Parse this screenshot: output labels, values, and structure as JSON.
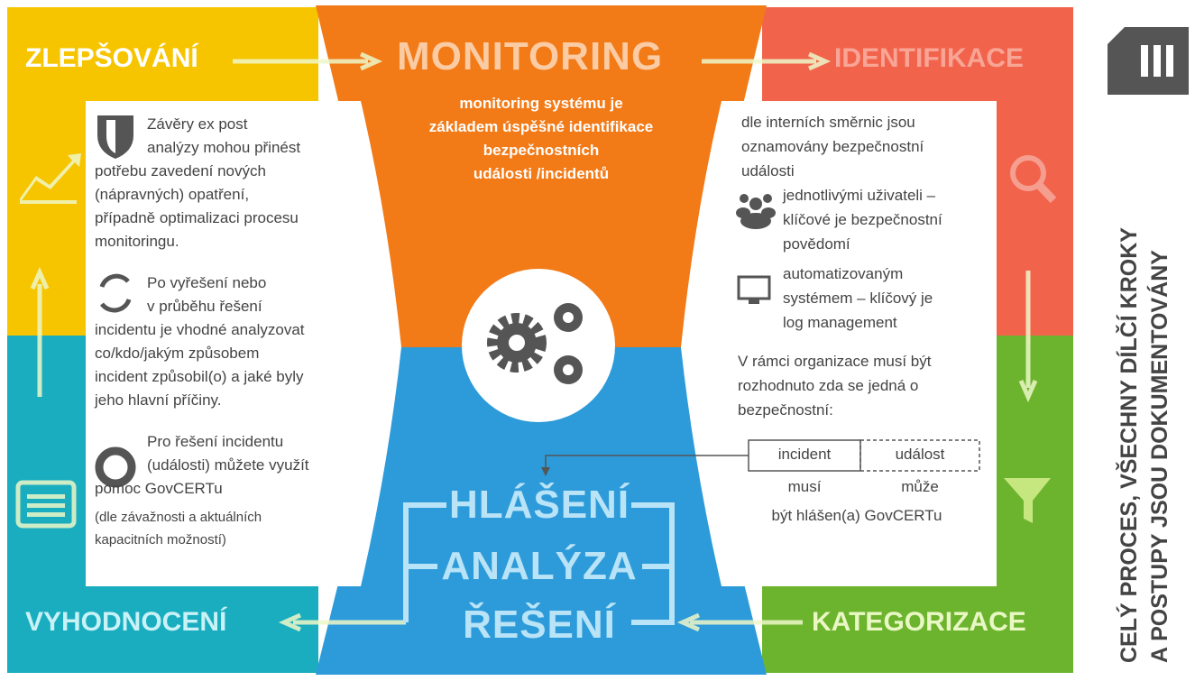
{
  "stages": {
    "top_left": "ZLEPŠOVÁNÍ",
    "top_center": "MONITORING",
    "top_right": "IDENTIFIKACE",
    "bottom_left": "VYHODNOCENÍ",
    "bottom_right": "KATEGORIZACE"
  },
  "monitoring_text": [
    "monitoring  systému je",
    "základem úspěšné identifikace",
    "bezpečnostních",
    "události /incidentů"
  ],
  "center_steps": [
    "HLÁŠENÍ",
    "ANALÝZA",
    "ŘEŠENÍ"
  ],
  "left_panel": {
    "p1": [
      "Závěry ex post",
      "analýzy mohou přinést",
      "potřebu zavedení nových",
      "(nápravných) opatření,",
      "případně optimalizaci procesu",
      "monitoringu."
    ],
    "p2": [
      "Po vyřešení nebo",
      "v průběhu řešení",
      "incidentu je vhodné analyzovat",
      "co/kdo/jakým způsobem",
      "incident způsobil(o) a jaké byly",
      "jeho hlavní příčiny."
    ],
    "p3": [
      "Pro řešení incidentu",
      "(události) můžete využít",
      "pomoc GovCERTu"
    ],
    "note": [
      "(dle závažnosti a aktuálních",
      "kapacitních možností)"
    ]
  },
  "right_panel": {
    "p1": [
      "dle interních směrnic jsou",
      "oznamovány bezpečnostní",
      "události"
    ],
    "p2": [
      "jednotlivými uživateli –",
      "klíčové je bezpečnostní",
      "povědomí"
    ],
    "p3": [
      "automatizovaným",
      "systémem – klíčový je",
      "log management"
    ],
    "p4": [
      "V rámci organizace musí být",
      "rozhodnuto zda se jedná o",
      "bezpečnostní:"
    ],
    "table": {
      "col1": "incident",
      "col2": "událost",
      "row1": "musí",
      "row2": "může",
      "footer": "být hlášen(a) GovCERTu"
    }
  },
  "sidebar": {
    "line1": "CELÝ PROCES, VŠECHNY DÍLČÍ KROKY",
    "line2": "A POSTUPY  JSOU DOKUMENTOVÁNY"
  },
  "colors": {
    "yellow": "#f6c500",
    "teal": "#19adbf",
    "red": "#f2634c",
    "green": "#6cb42e",
    "orange": "#f27a17",
    "blue": "#2d9bd9"
  }
}
